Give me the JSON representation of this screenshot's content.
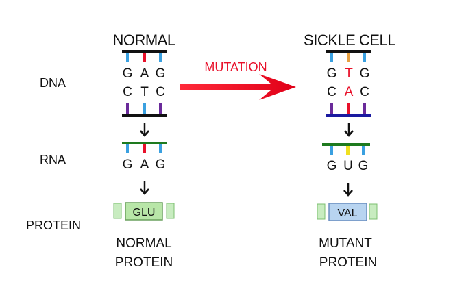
{
  "labels": {
    "normal_title": "NORMAL",
    "sickle_title": "SICKLE CELL",
    "mutation": "MUTATION",
    "dna": "DNA",
    "rna": "RNA",
    "protein": "PROTEIN"
  },
  "normal": {
    "dna_top": [
      "G",
      "A",
      "G"
    ],
    "dna_bottom": [
      "C",
      "T",
      "C"
    ],
    "rna": [
      "G",
      "A",
      "G"
    ],
    "amino_acid": "GLU",
    "caption_1": "NORMAL",
    "caption_2": "PROTEIN"
  },
  "sickle": {
    "dna_top": [
      "G",
      "T",
      "G"
    ],
    "dna_bottom": [
      "C",
      "A",
      "C"
    ],
    "rna": [
      "G",
      "U",
      "G"
    ],
    "amino_acid": "VAL",
    "caption_1": "MUTANT",
    "caption_2": "PROTEIN"
  },
  "colors": {
    "backbone": "#111111",
    "dna_bottom_backbone_sickle": "#1a1aa0",
    "rna_backbone": "#1e7a1e",
    "base_G": "#3aa0e0",
    "base_A": "#e8102a",
    "base_T": "#e8a040",
    "base_C": "#6a2a9a",
    "base_U": "#f0e020",
    "mutant_letter": "#e8102a",
    "arrow": "#e8102a",
    "glu_fill": "#b8e6a8",
    "val_fill": "#b8d4f0",
    "flank_fill": "#c8ecc0"
  }
}
